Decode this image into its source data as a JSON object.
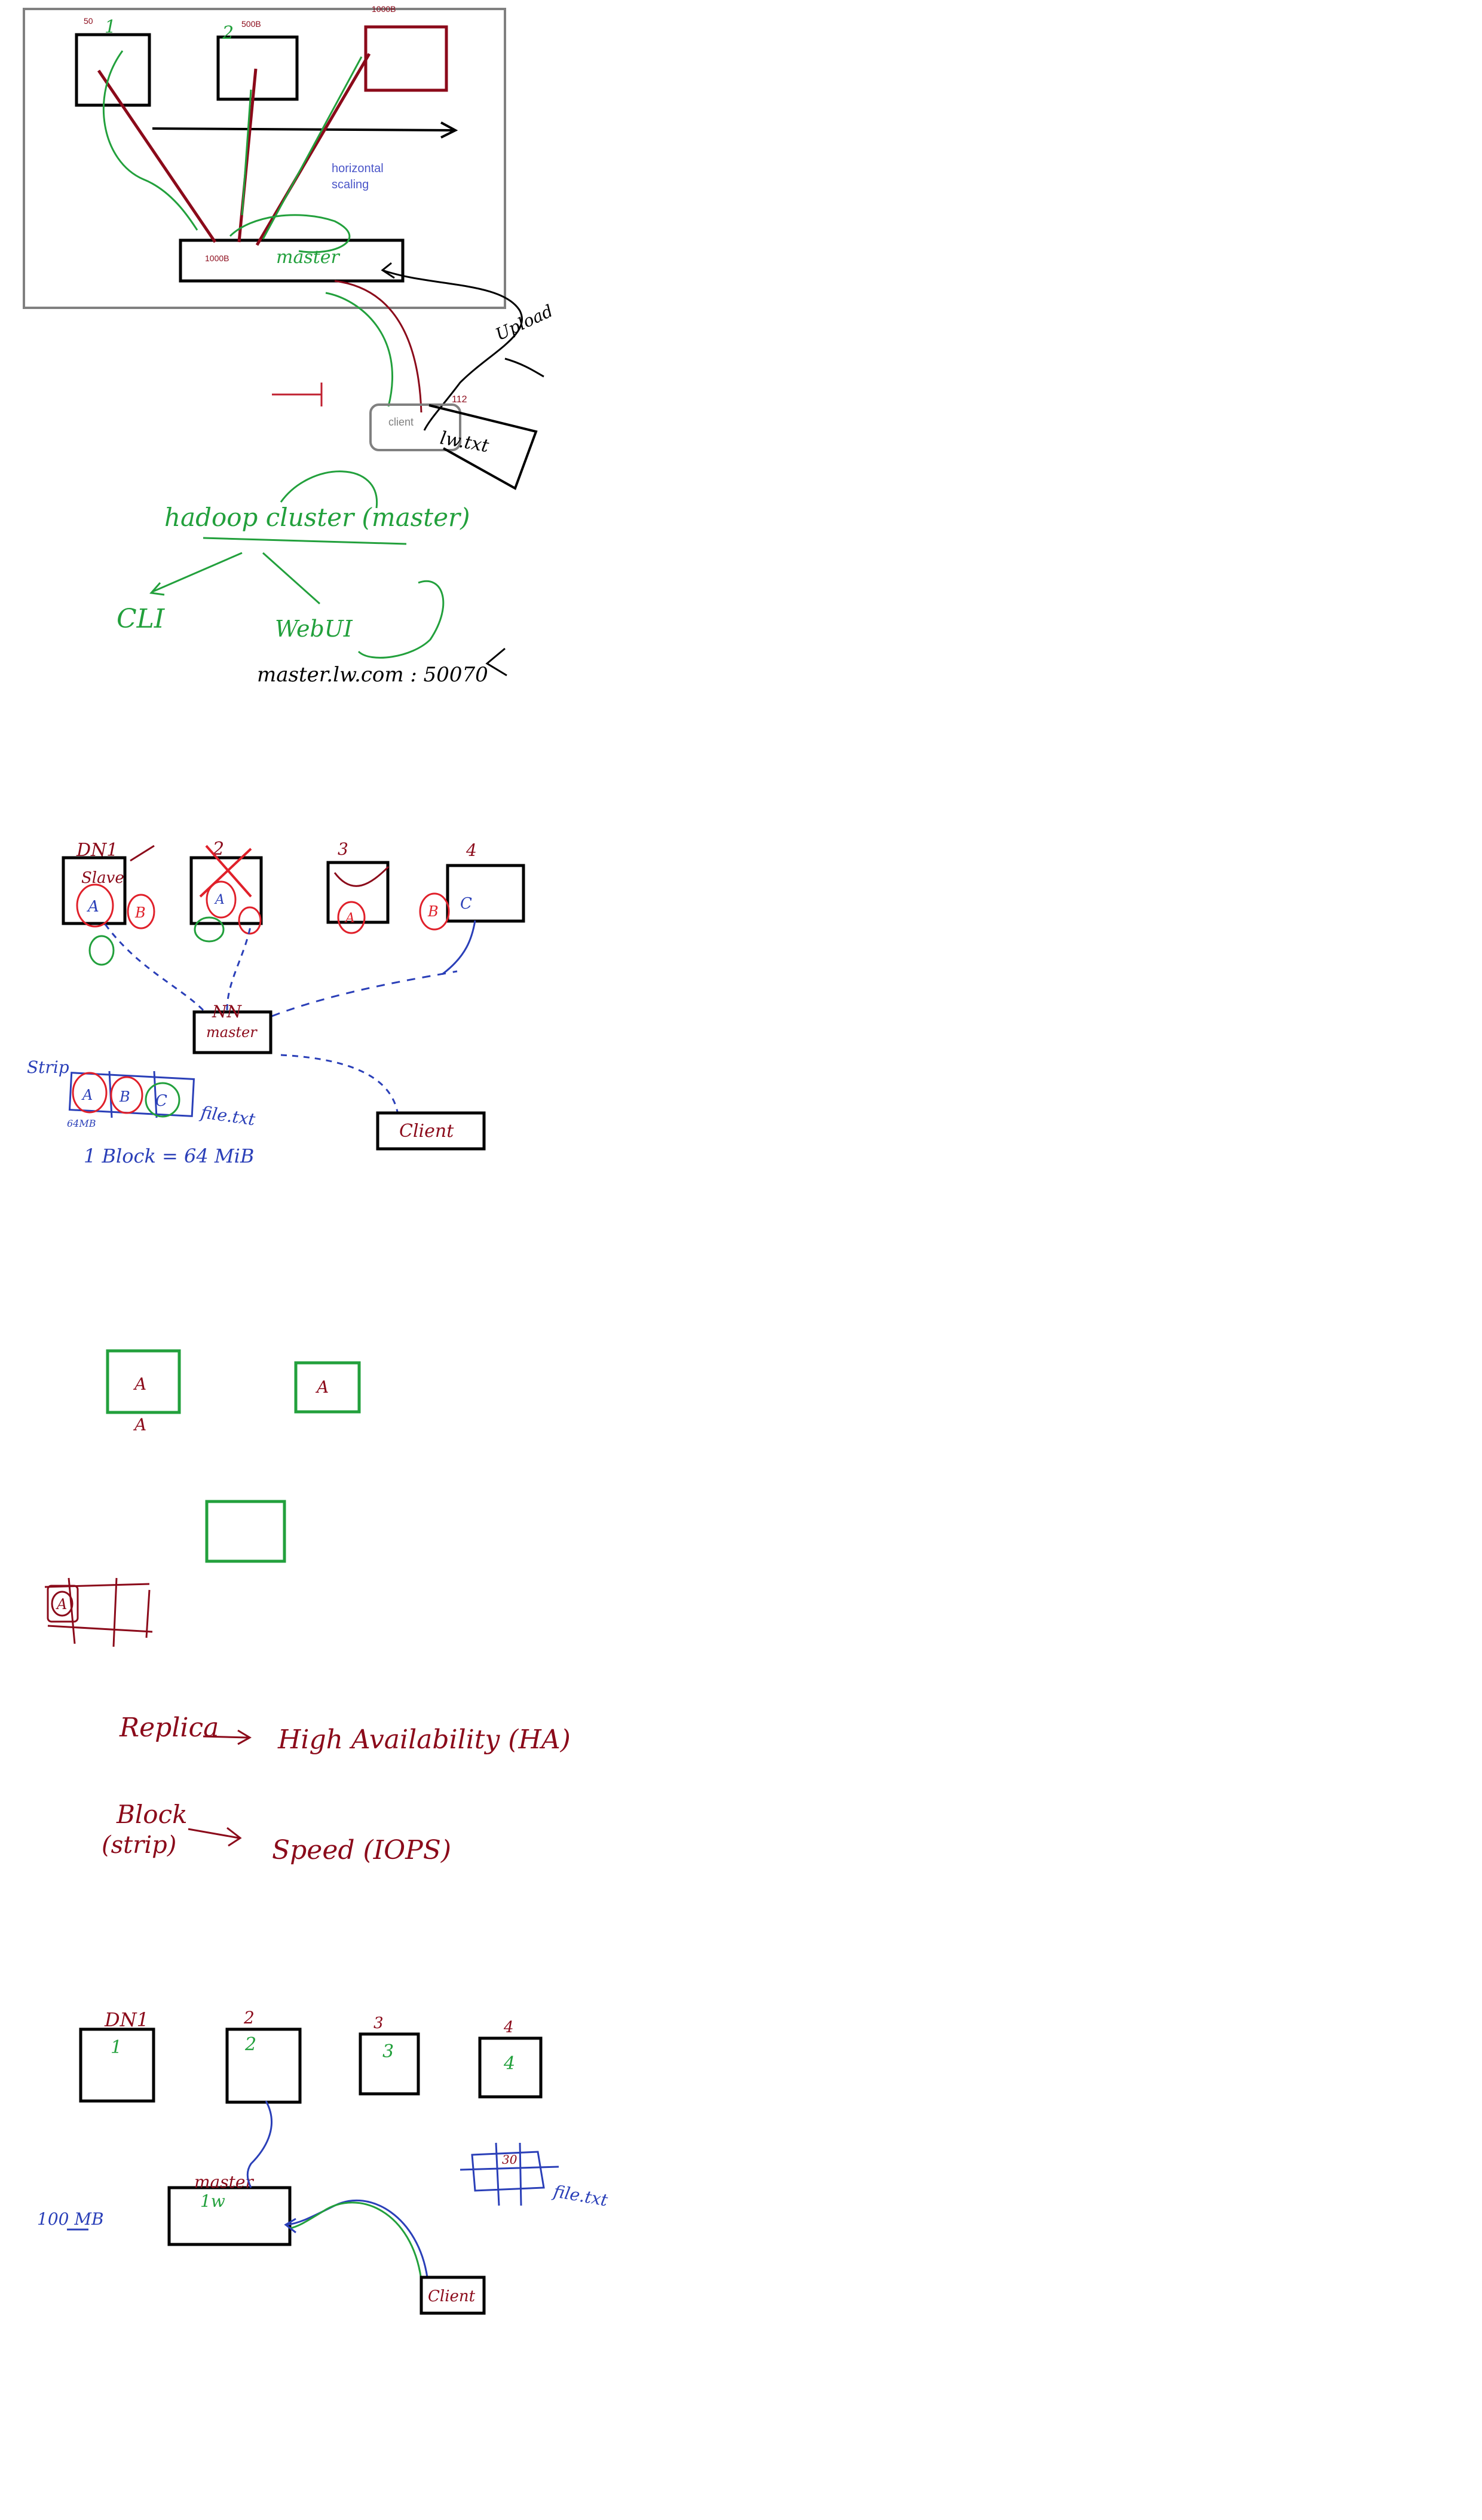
{
  "colors": {
    "ink": "#000000",
    "red": "#8b0a1a",
    "bright_red": "#e0202a",
    "green": "#22a03c",
    "blue": "#2a3fb8",
    "gray": "#808080"
  },
  "section1": {
    "box_sizes": [
      "50",
      "500B",
      "1000B"
    ],
    "box_numbers": [
      "1",
      "2"
    ],
    "master_capacity": "1000B",
    "master_label": "master",
    "horizontal_label_1": "horizontal",
    "horizontal_label_2": "scaling",
    "client_label": "client",
    "file_label": "lw.txt",
    "file_size": "112",
    "upload_label": "Upload",
    "cluster_label": "hadoop cluster (master)",
    "cli_label": "CLI",
    "webui_label": "WebUI",
    "url_label": "master.lw.com : 50070"
  },
  "section2": {
    "node_tags": [
      "DN1",
      "2",
      "3",
      "4"
    ],
    "slave_label": "Slave",
    "nn_label": "NN",
    "master_label": "master",
    "strip_label": "Strip",
    "blocks": [
      "A",
      "B",
      "C"
    ],
    "file_label": "file.txt",
    "size_hint": "64MB",
    "block_rule": "1 Block = 64 MiB",
    "client_label": "Client"
  },
  "section3": {
    "box_a_label": "A",
    "box_b_label": "A"
  },
  "section4": {
    "replica_label": "Replica",
    "ha_label": "High Availability (HA)",
    "block_label": "Block",
    "strip_label": "(strip)",
    "speed_label": "Speed (IOPS)"
  },
  "section5": {
    "node_tags": [
      "DN1",
      "2",
      "3",
      "4"
    ],
    "node_numbers": [
      "1",
      "2",
      "3",
      "4"
    ],
    "master_label": "master",
    "master_number": "1w",
    "size_label": "100 MB",
    "client_label": "Client",
    "file_label": "file.txt",
    "file_size": "30"
  }
}
